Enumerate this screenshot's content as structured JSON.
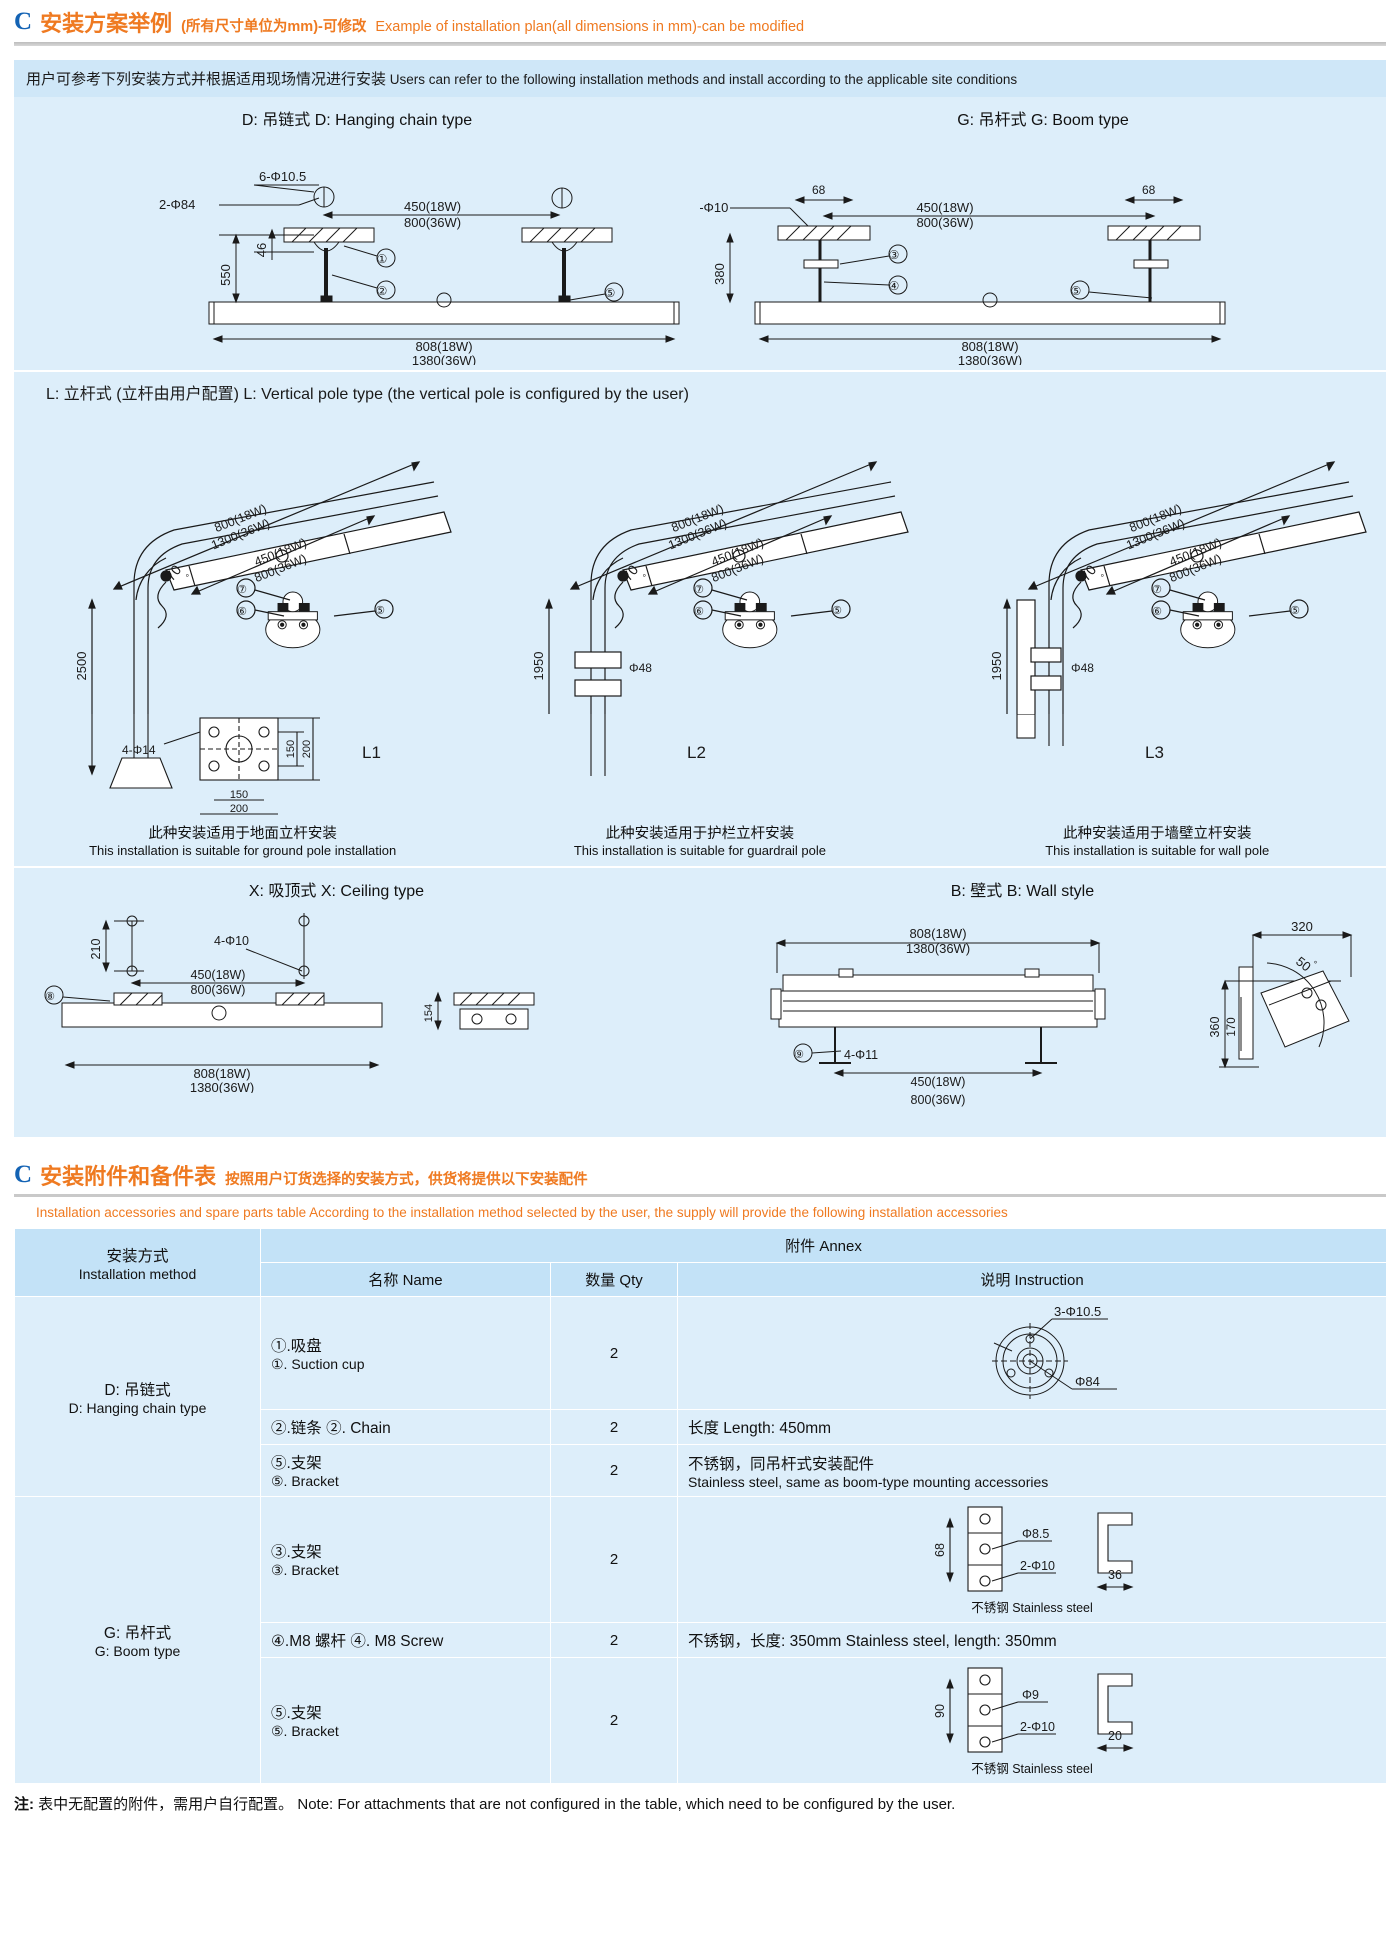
{
  "section1": {
    "marker": "C",
    "zh_main": "安装方案举例",
    "zh_sub": "(所有尺寸单位为mm)-可修改",
    "en_main": "Example of installation plan(all dimensions in mm)-can be modified",
    "band_zh": "用户可参考下列安装方式并根据适用现场情况进行安装",
    "band_en": "Users can refer to the following installation methods and install according to the applicable site conditions"
  },
  "diagrams": {
    "d_title": "D: 吊链式 D: Hanging chain type",
    "g_title": "G: 吊杆式  G: Boom type",
    "l_title": "L: 立杆式 (立杆由用户配置)  L: Vertical pole type (the vertical pole is configured by the user)",
    "x_title": "X: 吸顶式 X: Ceiling type",
    "b_title": "B: 壁式 B: Wall style",
    "d_labels": {
      "hole_84": "2-Φ84",
      "hole_105": "6-Φ10.5",
      "span_18w": "450(18W)",
      "span_36w": "800(36W)",
      "h_550": "550",
      "h_46": "46",
      "len_18w": "808(18W)",
      "len_36w": "1380(36W)",
      "c1": "①",
      "c2": "②",
      "c5": "⑤"
    },
    "g_labels": {
      "hole_10": "4-Φ10",
      "w_68_left": "68",
      "w_68_right": "68",
      "span_18w": "450(18W)",
      "span_36w": "800(36W)",
      "h_380": "380",
      "len_18w": "808(18W)",
      "len_36w": "1380(36W)",
      "c3": "③",
      "c4": "④",
      "c5": "⑤"
    },
    "l_common": {
      "arm_18w": "800(18W)",
      "arm_36w": "1300(36W)",
      "off_18w": "450(18W)",
      "off_36w": "800(36W)",
      "angle": "70",
      "degree": "°",
      "pole_dia": "Φ48",
      "c5": "⑤",
      "c6": "⑥",
      "c7": "⑦"
    },
    "l1": {
      "name": "L1",
      "height": "2500",
      "base_holes": "4-Φ14",
      "d150_v": "150",
      "d200_v": "200",
      "d150_h": "150",
      "d200_h": "200",
      "note_zh": "此种安装适用于地面立杆安装",
      "note_en": "This installation is suitable for ground pole installation"
    },
    "l2": {
      "name": "L2",
      "height": "1950",
      "note_zh": "此种安装适用于护栏立杆安装",
      "note_en": "This installation is suitable for guardrail pole"
    },
    "l3": {
      "name": "L3",
      "height": "1950",
      "note_zh": "此种安装适用于墙壁立杆安装",
      "note_en": "This installation is suitable for wall pole"
    },
    "x_labels": {
      "h_210": "210",
      "hole_10": "4-Φ10",
      "span_18w": "450(18W)",
      "span_36w": "800(36W)",
      "len_18w": "808(18W)",
      "len_36w": "1380(36W)",
      "h_154": "154",
      "c8": "⑧"
    },
    "b_labels": {
      "len_18w": "808(18W)",
      "len_36w": "1380(36W)",
      "hole_11": "4-Φ11",
      "span_18w": "450(18W)",
      "span_36w": "800(36W)",
      "w_320": "320",
      "angle_50": "50",
      "degree": "°",
      "h_360": "360",
      "h_170": "170",
      "c9": "⑨"
    }
  },
  "section2": {
    "marker": "C",
    "zh_main": "安装附件和备件表",
    "zh_sub": "按照用户订货选择的安装方式，供货将提供以下安装配件",
    "en_main": "Installation accessories and spare parts table According to the installation method selected by the user, the supply will provide the following installation accessories"
  },
  "table": {
    "headers": {
      "method_zh": "安装方式",
      "method_en": "Installation method",
      "annex": "附件 Annex",
      "name": "名称 Name",
      "qty": "数量 Qty",
      "instruction": "说明 Instruction"
    },
    "groups": [
      {
        "method_zh": "D: 吊链式",
        "method_en": "D: Hanging chain type",
        "rows": [
          {
            "name_zh": "①.吸盘",
            "name_en": "①. Suction cup",
            "qty": "2",
            "instr_zh": "",
            "instr_en": "",
            "drawing": "suction-cup",
            "drawing_labels": {
              "holes": "3-Φ10.5",
              "dia": "Φ84"
            }
          },
          {
            "name_zh": "②.链条  ②. Chain",
            "name_en": "",
            "qty": "2",
            "instr_zh": "长度 Length: 450mm",
            "instr_en": "",
            "drawing": "none",
            "drawing_labels": {}
          },
          {
            "name_zh": "⑤.支架",
            "name_en": "⑤. Bracket",
            "qty": "2",
            "instr_zh": "不锈钢，同吊杆式安装配件",
            "instr_en": "Stainless steel, same as boom-type mounting accessories",
            "drawing": "none",
            "drawing_labels": {}
          }
        ]
      },
      {
        "method_zh": "G: 吊杆式",
        "method_en": "G: Boom type",
        "rows": [
          {
            "name_zh": "③.支架",
            "name_en": "③. Bracket",
            "qty": "2",
            "instr_zh": "",
            "instr_en": "",
            "drawing": "bracket-68",
            "drawing_labels": {
              "h": "68",
              "hole_a": "Φ8.5",
              "hole_b": "2-Φ10",
              "w": "36",
              "caption": "不锈钢 Stainless steel"
            }
          },
          {
            "name_zh": "④.M8 螺杆 ④. M8 Screw",
            "name_en": "",
            "qty": "2",
            "instr_zh": "不锈钢，长度: 350mm Stainless steel, length: 350mm",
            "instr_en": "",
            "drawing": "none",
            "drawing_labels": {}
          },
          {
            "name_zh": "⑤.支架",
            "name_en": "⑤. Bracket",
            "qty": "2",
            "instr_zh": "",
            "instr_en": "",
            "drawing": "bracket-90",
            "drawing_labels": {
              "h": "90",
              "hole_a": "Φ9",
              "hole_b": "2-Φ10",
              "w": "20",
              "caption": "不锈钢 Stainless steel"
            }
          }
        ]
      }
    ],
    "footnote_bold": "注:",
    "footnote_zh": "表中无配置的附件，需用户自行配置。",
    "footnote_en": "Note: For attachments that are not configured in the table, which need to be configured by the user."
  },
  "colors": {
    "accent_orange": "#ef7a21",
    "accent_blue": "#1463b4",
    "panel_bg": "#ddeefa",
    "band_bg": "#cfe7f8",
    "header_bg": "#c3e2f7"
  }
}
